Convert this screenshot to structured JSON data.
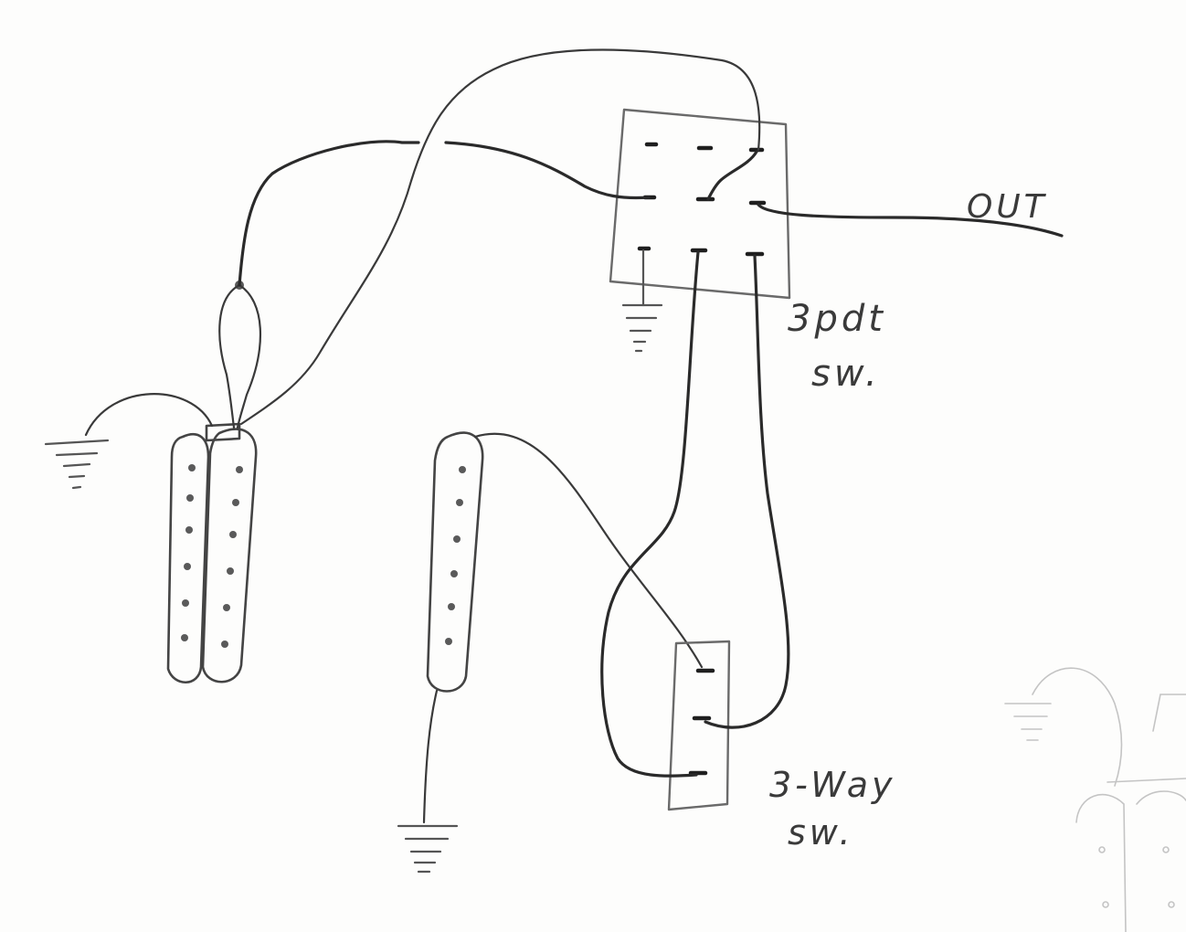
{
  "labels": {
    "out": "OUT",
    "switch_3pdt_line1": "3pdt",
    "switch_3pdt_line2": "sw.",
    "switch_3way_line1": "3-Way",
    "switch_3way_line2": "sw."
  },
  "colors": {
    "paper": "#fdfdfc",
    "pencil": "#2a2a2a"
  }
}
